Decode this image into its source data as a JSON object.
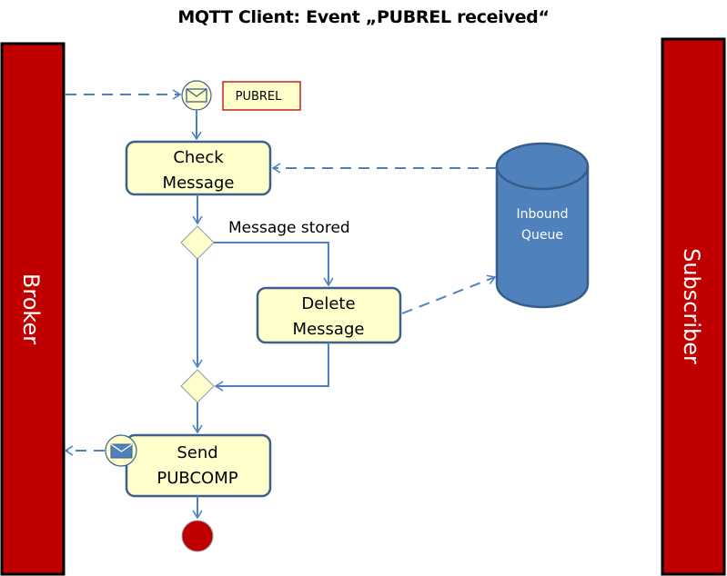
{
  "title": "MQTT Client: Event „PUBREL received“",
  "colors": {
    "lane_fill": "#c00000",
    "lane_border": "#000000",
    "action_fill": "#ffffcc",
    "action_border": "#3c5f8c",
    "flow": "#4f81bd",
    "queue_fill": "#4f81bd",
    "queue_border": "#385d8a",
    "end_fill": "#c00000",
    "note_border": "#c00000"
  },
  "lanes": {
    "left": "Broker",
    "right": "Subscriber"
  },
  "nodes": {
    "receive_event": {
      "icon": "envelope-outline-icon",
      "note": "PUBREL"
    },
    "check_message": {
      "line1": "Check",
      "line2": "Message"
    },
    "decision": {
      "guard": "Message stored"
    },
    "delete_message": {
      "line1": "Delete",
      "line2": "Message"
    },
    "send_pubcomp": {
      "line1": "Send",
      "line2": "PUBCOMP",
      "icon": "envelope-filled-icon"
    },
    "inbound_queue": {
      "line1": "Inbound",
      "line2": "Queue"
    }
  }
}
